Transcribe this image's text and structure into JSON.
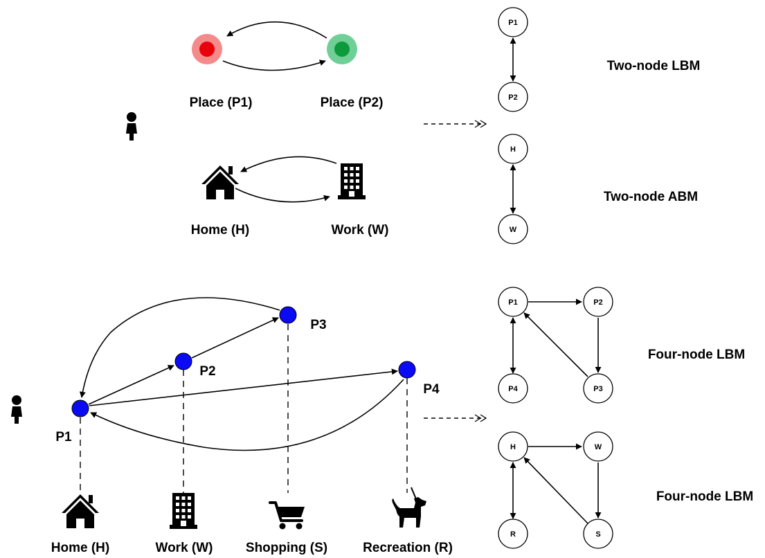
{
  "top_left": {
    "place1_label": "Place (P1)",
    "place2_label": "Place (P2)",
    "home_label": "Home (H)",
    "work_label": "Work (W)"
  },
  "bottom_left": {
    "p1": "P1",
    "p2": "P2",
    "p3": "P3",
    "p4": "P4",
    "home_label": "Home (H)",
    "work_label": "Work (W)",
    "shopping_label": "Shopping (S)",
    "recreation_label": "Recreation (R)"
  },
  "right": {
    "two_node_lbm": {
      "title": "Two-node LBM",
      "nodes": [
        "P1",
        "P2"
      ]
    },
    "two_node_abm": {
      "title": "Two-node ABM",
      "nodes": [
        "H",
        "W"
      ]
    },
    "four_node_lbm_1": {
      "title": "Four-node LBM",
      "nodes": [
        "P1",
        "P2",
        "P3",
        "P4"
      ]
    },
    "four_node_lbm_2": {
      "title": "Four-node LBM",
      "nodes": [
        "H",
        "W",
        "S",
        "R"
      ]
    }
  },
  "colors": {
    "place1_fill": "#e8000b",
    "place1_halo": "#f58a8a",
    "place2_fill": "#0c9a3c",
    "place2_halo": "#6fcf97",
    "location_node": "#0a0af5",
    "ink": "#000000"
  },
  "icons": [
    "person-icon",
    "house-icon",
    "office-building-icon",
    "shopping-cart-icon",
    "dog-leash-icon"
  ]
}
